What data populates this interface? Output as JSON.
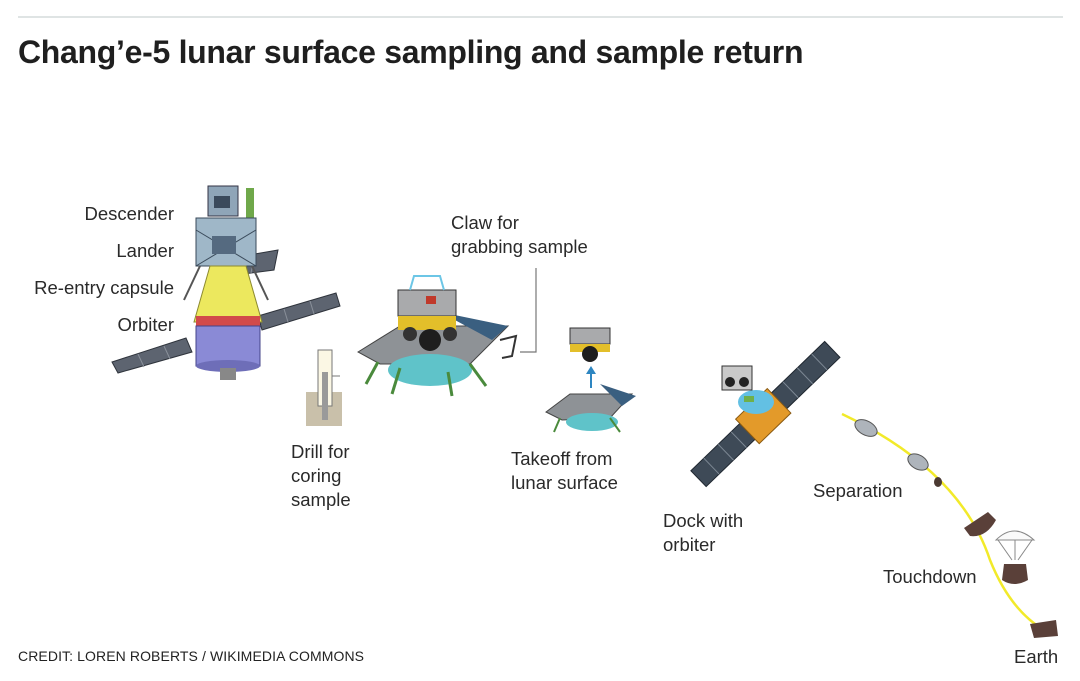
{
  "title": "Chang’e-5 lunar surface sampling and sample return",
  "labels": {
    "descender": "Descender",
    "lander": "Lander",
    "reentry_capsule": "Re-entry capsule",
    "orbiter": "Orbiter",
    "claw_line1": "Claw for",
    "claw_line2": "grabbing sample",
    "drill_line1": "Drill for",
    "drill_line2": "coring",
    "drill_line3": "sample",
    "takeoff_line1": "Takeoff from",
    "takeoff_line2": "lunar surface",
    "dock_line1": "Dock with",
    "dock_line2": "orbiter",
    "separation": "Separation",
    "touchdown": "Touchdown",
    "earth": "Earth"
  },
  "credit": "CREDIT: LOREN ROBERTS / WIKIMEDIA COMMONS"
}
